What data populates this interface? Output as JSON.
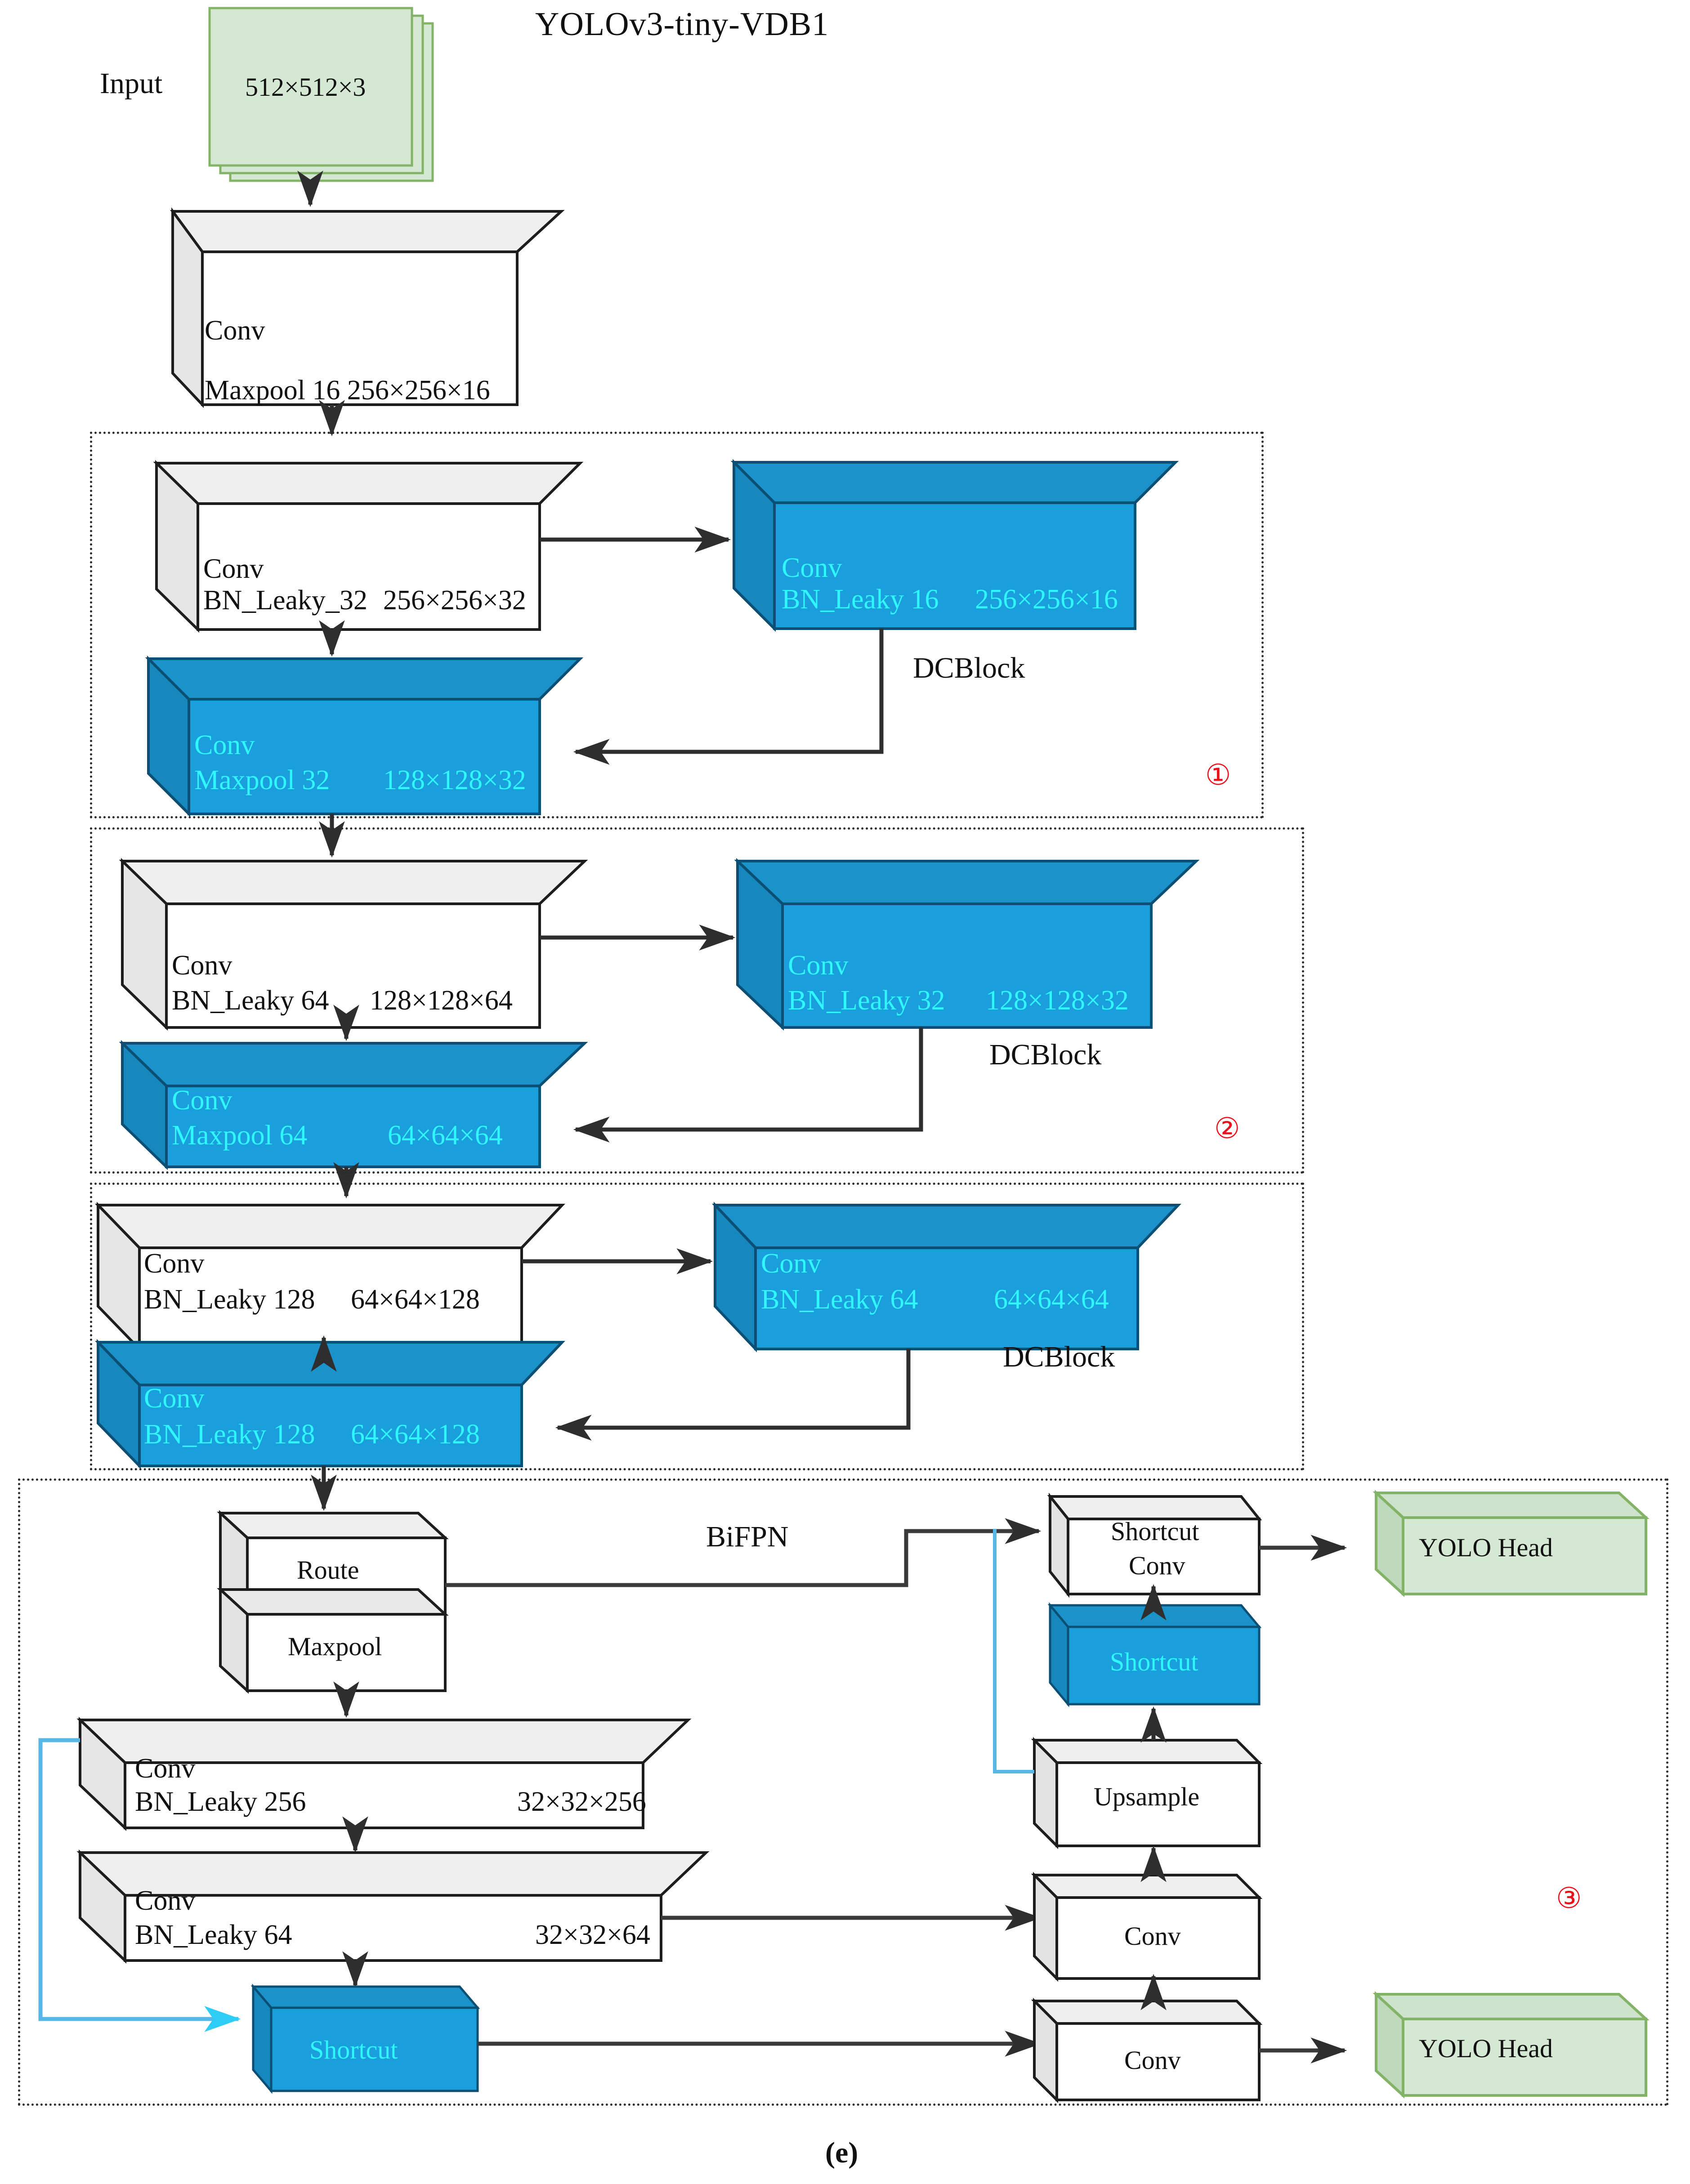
{
  "figure": {
    "title": "YOLOv3-tiny-VDB1",
    "caption": "(e)",
    "input_label": "Input"
  },
  "colors": {
    "blue_face": "#1a9fdc",
    "blue_top": "#1c8fc9",
    "blue_text": "#2ff6ff",
    "green_face": "#d5e8d4",
    "green_border": "#82b366",
    "grey_face": "#ffffff",
    "grey_top": "#ededed",
    "line": "#3a3a3a",
    "cyan_line": "#59b7e8",
    "marker_red": "#e8131a"
  },
  "input_stack": {
    "name": "input-tensor",
    "label": "512×512×3"
  },
  "stem": {
    "name": "conv-maxpool-16",
    "line1": "Conv",
    "line2": "Maxpool 16 256×256×16"
  },
  "blocks": [
    {
      "id": "dcblock-1",
      "marker": "①",
      "label": "DCBlock",
      "nodes": [
        {
          "name": "conv-bn-leaky-32",
          "style": "grey",
          "line1": "Conv",
          "line2_a": "BN_Leaky_32",
          "line2_b": "256×256×32"
        },
        {
          "name": "conv-bn-leaky-16",
          "style": "blue",
          "line1": "Conv",
          "line2_a": "BN_Leaky 16",
          "line2_b": "256×256×16"
        },
        {
          "name": "conv-maxpool-32",
          "style": "blue",
          "line1": "Conv",
          "line2_a": "Maxpool    32",
          "line2_b": "128×128×32"
        }
      ]
    },
    {
      "id": "dcblock-2",
      "marker": "②",
      "label": "DCBlock",
      "nodes": [
        {
          "name": "conv-bn-leaky-64",
          "style": "grey",
          "line1": "Conv",
          "line2_a": "BN_Leaky   64",
          "line2_b": "128×128×64"
        },
        {
          "name": "conv-bn-leaky-32-b",
          "style": "blue",
          "line1": "Conv",
          "line2_a": "BN_Leaky   32",
          "line2_b": "128×128×32"
        },
        {
          "name": "conv-maxpool-64",
          "style": "blue",
          "line1": "Conv",
          "line2_a": "Maxpool     64",
          "line2_b": "64×64×64"
        }
      ]
    },
    {
      "id": "dcblock-3",
      "marker": "",
      "label": "DCBlock",
      "nodes": [
        {
          "name": "conv-bn-leaky-128",
          "style": "grey",
          "line1": "Conv",
          "line2_a": "BN_Leaky    128",
          "line2_b": "64×64×128"
        },
        {
          "name": "conv-bn-leaky-64-b",
          "style": "blue",
          "line1": "Conv",
          "line2_a": "BN_Leaky      64",
          "line2_b": "64×64×64"
        },
        {
          "name": "conv-bn-leaky-128-b",
          "style": "blue",
          "line1": "Conv",
          "line2_a": "BN_Leaky    128",
          "line2_b": "64×64×128"
        }
      ]
    }
  ],
  "neck": {
    "id": "bifpn-block",
    "marker": "③",
    "label": "BiFPN",
    "route_box": {
      "name": "route-maxpool",
      "top": "Route",
      "bottom": "Maxpool"
    },
    "conv_256": {
      "name": "conv-bn-leaky-256",
      "line1": "Conv",
      "line2_a": "BN_Leaky      256",
      "line2_b": "32×32×256"
    },
    "conv_64": {
      "name": "conv-bn-leaky-64-c",
      "line1": "Conv",
      "line2_a": "BN_Leaky     64",
      "line2_b": "32×32×64"
    },
    "shortcut_left": {
      "name": "shortcut-left",
      "label": "Shortcut"
    },
    "shortcut_conv": {
      "name": "shortcut-conv",
      "line1": "Shortcut",
      "line2": "Conv"
    },
    "shortcut_blue": {
      "name": "shortcut-blue",
      "label": "Shortcut"
    },
    "upsample": {
      "name": "upsample",
      "label": "Upsample"
    },
    "conv_mid": {
      "name": "conv-mid",
      "label": "Conv"
    },
    "conv_bottom": {
      "name": "conv-bottom",
      "label": "Conv"
    },
    "yolo_head_top": {
      "name": "yolo-head-top",
      "label": "YOLO Head"
    },
    "yolo_head_bottom": {
      "name": "yolo-head-bottom",
      "label": "YOLO Head"
    }
  }
}
